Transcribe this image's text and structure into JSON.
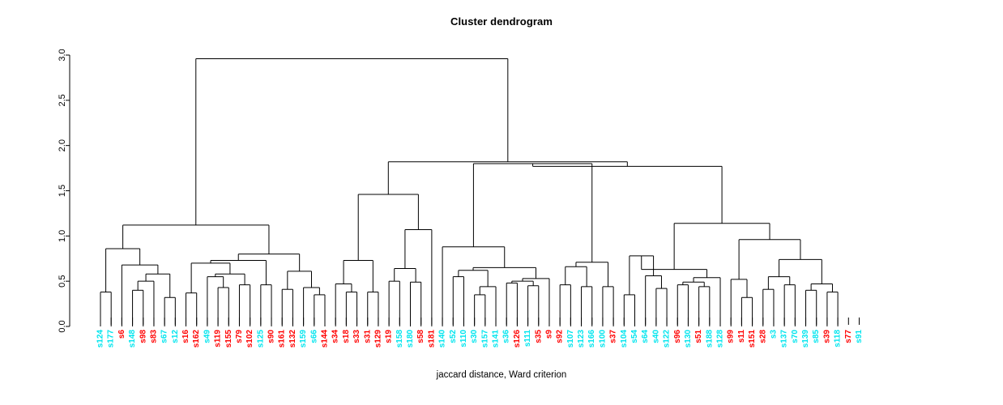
{
  "title": "Cluster dendrogram",
  "xlabel": "jaccard distance, Ward criterion",
  "ylabel": "",
  "colors": {
    "cyan": "#00e5ee",
    "red": "#ff0000",
    "line": "#000000",
    "axis": "#000000"
  },
  "chart_data": {
    "type": "dendrogram",
    "title": "Cluster dendrogram",
    "xlabel": "jaccard distance, Ward criterion",
    "ylabel": "",
    "ylim": [
      0.0,
      3.0
    ],
    "yticks": [
      "0.0",
      "0.5",
      "1.0",
      "1.5",
      "2.0",
      "2.5",
      "3.0"
    ],
    "ytick_values": [
      0.0,
      0.5,
      1.0,
      1.5,
      2.0,
      2.5,
      3.0
    ],
    "grid": false,
    "legend": "none",
    "root_height": 2.96,
    "n_leaves": 76,
    "leaves": [
      {
        "label": "s124",
        "color": "cyan"
      },
      {
        "label": "s177",
        "color": "cyan"
      },
      {
        "label": "s6",
        "color": "red"
      },
      {
        "label": "s148",
        "color": "cyan"
      },
      {
        "label": "s98",
        "color": "red"
      },
      {
        "label": "s83",
        "color": "red"
      },
      {
        "label": "s67",
        "color": "cyan"
      },
      {
        "label": "s12",
        "color": "cyan"
      },
      {
        "label": "s16",
        "color": "red"
      },
      {
        "label": "s162",
        "color": "red"
      },
      {
        "label": "s49",
        "color": "cyan"
      },
      {
        "label": "s119",
        "color": "red"
      },
      {
        "label": "s155",
        "color": "red"
      },
      {
        "label": "s79",
        "color": "red"
      },
      {
        "label": "s102",
        "color": "red"
      },
      {
        "label": "s125",
        "color": "cyan"
      },
      {
        "label": "s90",
        "color": "red"
      },
      {
        "label": "s161",
        "color": "red"
      },
      {
        "label": "s132",
        "color": "red"
      },
      {
        "label": "s159",
        "color": "cyan"
      },
      {
        "label": "s66",
        "color": "cyan"
      },
      {
        "label": "s144",
        "color": "red"
      },
      {
        "label": "s34",
        "color": "red"
      },
      {
        "label": "s18",
        "color": "red"
      },
      {
        "label": "s33",
        "color": "red"
      },
      {
        "label": "s31",
        "color": "red"
      },
      {
        "label": "s129",
        "color": "red"
      },
      {
        "label": "s19",
        "color": "red"
      },
      {
        "label": "s158",
        "color": "cyan"
      },
      {
        "label": "s180",
        "color": "cyan"
      },
      {
        "label": "s58",
        "color": "red"
      },
      {
        "label": "s181",
        "color": "red"
      },
      {
        "label": "s140",
        "color": "cyan"
      },
      {
        "label": "s52",
        "color": "cyan"
      },
      {
        "label": "s110",
        "color": "cyan"
      },
      {
        "label": "s30",
        "color": "cyan"
      },
      {
        "label": "s157",
        "color": "cyan"
      },
      {
        "label": "s141",
        "color": "cyan"
      },
      {
        "label": "s36",
        "color": "cyan"
      },
      {
        "label": "s126",
        "color": "red"
      },
      {
        "label": "s111",
        "color": "cyan"
      },
      {
        "label": "s35",
        "color": "red"
      },
      {
        "label": "s9",
        "color": "red"
      },
      {
        "label": "s92",
        "color": "red"
      },
      {
        "label": "s107",
        "color": "cyan"
      },
      {
        "label": "s123",
        "color": "cyan"
      },
      {
        "label": "s166",
        "color": "cyan"
      },
      {
        "label": "s100",
        "color": "cyan"
      },
      {
        "label": "s37",
        "color": "red"
      },
      {
        "label": "s104",
        "color": "cyan"
      },
      {
        "label": "s54",
        "color": "cyan"
      },
      {
        "label": "s64",
        "color": "cyan"
      },
      {
        "label": "s40",
        "color": "cyan"
      },
      {
        "label": "s122",
        "color": "cyan"
      },
      {
        "label": "s96",
        "color": "red"
      },
      {
        "label": "s130",
        "color": "cyan"
      },
      {
        "label": "s51",
        "color": "red"
      },
      {
        "label": "s188",
        "color": "cyan"
      },
      {
        "label": "s128",
        "color": "cyan"
      },
      {
        "label": "s99",
        "color": "red"
      },
      {
        "label": "s11",
        "color": "red"
      },
      {
        "label": "s151",
        "color": "red"
      },
      {
        "label": "s28",
        "color": "red"
      },
      {
        "label": "s3",
        "color": "cyan"
      },
      {
        "label": "s137",
        "color": "cyan"
      },
      {
        "label": "s70",
        "color": "cyan"
      },
      {
        "label": "s139",
        "color": "cyan"
      },
      {
        "label": "s85",
        "color": "cyan"
      },
      {
        "label": "s39",
        "color": "red"
      },
      {
        "label": "s118",
        "color": "cyan"
      },
      {
        "label": "s77",
        "color": "red"
      },
      {
        "label": "s91",
        "color": "cyan"
      }
    ],
    "merges": [
      {
        "id": "m1",
        "a": {
          "leaf": 0
        },
        "b": {
          "leaf": 1
        },
        "h": 0.38
      },
      {
        "id": "m2",
        "a": {
          "leaf": 3
        },
        "b": {
          "leaf": 4
        },
        "h": 0.4
      },
      {
        "id": "m3",
        "a": {
          "leaf": 5
        },
        "b": {
          "node": "m2"
        },
        "h": 0.5
      },
      {
        "id": "m4",
        "a": {
          "leaf": 6
        },
        "b": {
          "leaf": 7
        },
        "h": 0.32
      },
      {
        "id": "m5",
        "a": {
          "node": "m3"
        },
        "b": {
          "node": "m4"
        },
        "h": 0.58
      },
      {
        "id": "m6",
        "a": {
          "leaf": 2
        },
        "b": {
          "node": "m5"
        },
        "h": 0.68
      },
      {
        "id": "m7",
        "a": {
          "node": "m1"
        },
        "b": {
          "node": "m6"
        },
        "h": 0.86
      },
      {
        "id": "m8",
        "a": {
          "leaf": 8
        },
        "b": {
          "leaf": 9
        },
        "h": 0.37
      },
      {
        "id": "m9",
        "a": {
          "leaf": 11
        },
        "b": {
          "leaf": 12
        },
        "h": 0.43
      },
      {
        "id": "m10",
        "a": {
          "leaf": 10
        },
        "b": {
          "node": "m9"
        },
        "h": 0.55
      },
      {
        "id": "m11",
        "a": {
          "leaf": 13
        },
        "b": {
          "leaf": 14
        },
        "h": 0.46
      },
      {
        "id": "m12",
        "a": {
          "node": "m10"
        },
        "b": {
          "node": "m11"
        },
        "h": 0.58
      },
      {
        "id": "m13",
        "a": {
          "node": "m8"
        },
        "b": {
          "node": "m12"
        },
        "h": 0.7
      },
      {
        "id": "m14",
        "a": {
          "leaf": 15
        },
        "b": {
          "leaf": 16
        },
        "h": 0.46
      },
      {
        "id": "m15",
        "a": {
          "node": "m13"
        },
        "b": {
          "node": "m14"
        },
        "h": 0.73
      },
      {
        "id": "m16",
        "a": {
          "leaf": 17
        },
        "b": {
          "leaf": 18
        },
        "h": 0.41
      },
      {
        "id": "m17",
        "a": {
          "leaf": 20
        },
        "b": {
          "leaf": 21
        },
        "h": 0.35
      },
      {
        "id": "m18",
        "a": {
          "leaf": 19
        },
        "b": {
          "node": "m17"
        },
        "h": 0.43
      },
      {
        "id": "m19",
        "a": {
          "node": "m16"
        },
        "b": {
          "node": "m18"
        },
        "h": 0.61
      },
      {
        "id": "m20",
        "a": {
          "node": "m15"
        },
        "b": {
          "node": "m19"
        },
        "h": 0.8
      },
      {
        "id": "m21",
        "a": {
          "node": "m7"
        },
        "b": {
          "node": "m20"
        },
        "h": 1.12
      },
      {
        "id": "m22",
        "a": {
          "leaf": 23
        },
        "b": {
          "leaf": 24
        },
        "h": 0.38
      },
      {
        "id": "m23",
        "a": {
          "leaf": 22
        },
        "b": {
          "node": "m22"
        },
        "h": 0.47
      },
      {
        "id": "m24",
        "a": {
          "leaf": 25
        },
        "b": {
          "leaf": 26
        },
        "h": 0.38
      },
      {
        "id": "m25",
        "a": {
          "node": "m23"
        },
        "b": {
          "node": "m24"
        },
        "h": 0.73
      },
      {
        "id": "m26",
        "a": {
          "leaf": 27
        },
        "b": {
          "leaf": 28
        },
        "h": 0.5
      },
      {
        "id": "m27",
        "a": {
          "leaf": 29
        },
        "b": {
          "leaf": 30
        },
        "h": 0.49
      },
      {
        "id": "m28",
        "a": {
          "node": "m26"
        },
        "b": {
          "node": "m27"
        },
        "h": 0.64
      },
      {
        "id": "m29",
        "a": {
          "node": "m28"
        },
        "b": {
          "leaf": 31
        },
        "h": 1.07
      },
      {
        "id": "m30",
        "a": {
          "node": "m25"
        },
        "b": {
          "node": "m29"
        },
        "h": 1.46
      },
      {
        "id": "m31",
        "a": {
          "leaf": 33
        },
        "b": {
          "leaf": 34
        },
        "h": 0.55
      },
      {
        "id": "m32",
        "a": {
          "leaf": 35
        },
        "b": {
          "leaf": 36
        },
        "h": 0.35
      },
      {
        "id": "m33",
        "a": {
          "node": "m32"
        },
        "b": {
          "leaf": 37
        },
        "h": 0.44
      },
      {
        "id": "m34",
        "a": {
          "node": "m31"
        },
        "b": {
          "node": "m33"
        },
        "h": 0.62
      },
      {
        "id": "m35",
        "a": {
          "leaf": 38
        },
        "b": {
          "leaf": 39
        },
        "h": 0.48
      },
      {
        "id": "m36",
        "a": {
          "leaf": 40
        },
        "b": {
          "leaf": 41
        },
        "h": 0.45
      },
      {
        "id": "m37",
        "a": {
          "node": "m35"
        },
        "b": {
          "node": "m36"
        },
        "h": 0.5
      },
      {
        "id": "m38",
        "a": {
          "node": "m37"
        },
        "b": {
          "leaf": 42
        },
        "h": 0.53
      },
      {
        "id": "m39",
        "a": {
          "node": "m34"
        },
        "b": {
          "node": "m38"
        },
        "h": 0.65
      },
      {
        "id": "m40",
        "a": {
          "leaf": 32
        },
        "b": {
          "node": "m39"
        },
        "h": 0.88
      },
      {
        "id": "m41",
        "a": {
          "leaf": 43
        },
        "b": {
          "leaf": 44
        },
        "h": 0.46
      },
      {
        "id": "m42",
        "a": {
          "leaf": 45
        },
        "b": {
          "leaf": 46
        },
        "h": 0.44
      },
      {
        "id": "m43",
        "a": {
          "node": "m41"
        },
        "b": {
          "node": "m42"
        },
        "h": 0.66
      },
      {
        "id": "m44",
        "a": {
          "leaf": 47
        },
        "b": {
          "leaf": 48
        },
        "h": 0.44
      },
      {
        "id": "m45",
        "a": {
          "node": "m43"
        },
        "b": {
          "node": "m44"
        },
        "h": 0.71
      },
      {
        "id": "m46",
        "a": {
          "node": "m40"
        },
        "b": {
          "node": "m45"
        },
        "h": 1.8
      },
      {
        "id": "m47",
        "a": {
          "leaf": 49
        },
        "b": {
          "leaf": 50
        },
        "h": 0.35
      },
      {
        "id": "m48",
        "a": {
          "leaf": 52
        },
        "b": {
          "leaf": 53
        },
        "h": 0.42
      },
      {
        "id": "m49",
        "a": {
          "leaf": 51
        },
        "b": {
          "node": "m48"
        },
        "h": 0.56
      },
      {
        "id": "m50",
        "a": {
          "node": "m47"
        },
        "b": {
          "node": "m49"
        },
        "h": 0.78
      },
      {
        "id": "m51",
        "a": {
          "leaf": 54
        },
        "b": {
          "leaf": 55
        },
        "h": 0.46
      },
      {
        "id": "m52",
        "a": {
          "leaf": 56
        },
        "b": {
          "leaf": 57
        },
        "h": 0.44
      },
      {
        "id": "m53",
        "a": {
          "node": "m51"
        },
        "b": {
          "node": "m52"
        },
        "h": 0.49
      },
      {
        "id": "m54",
        "a": {
          "node": "m53"
        },
        "b": {
          "leaf": 58
        },
        "h": 0.54
      },
      {
        "id": "m55",
        "a": {
          "node": "m50"
        },
        "b": {
          "node": "m54"
        },
        "h": 0.63
      },
      {
        "id": "m56",
        "a": {
          "leaf": 60
        },
        "b": {
          "leaf": 61
        },
        "h": 0.32
      },
      {
        "id": "m57",
        "a": {
          "leaf": 59
        },
        "b": {
          "node": "m56"
        },
        "h": 0.52
      },
      {
        "id": "m58",
        "a": {
          "leaf": 62
        },
        "b": {
          "leaf": 63
        },
        "h": 0.41
      },
      {
        "id": "m59",
        "a": {
          "leaf": 64
        },
        "b": {
          "leaf": 65
        },
        "h": 0.46
      },
      {
        "id": "m60",
        "a": {
          "node": "m58"
        },
        "b": {
          "node": "m59"
        },
        "h": 0.55
      },
      {
        "id": "m61",
        "a": {
          "leaf": 66
        },
        "b": {
          "leaf": 67
        },
        "h": 0.4
      },
      {
        "id": "m62",
        "a": {
          "leaf": 68
        },
        "b": {
          "leaf": 69
        },
        "h": 0.38
      },
      {
        "id": "m63",
        "a": {
          "node": "m61"
        },
        "b": {
          "node": "m62"
        },
        "h": 0.47
      },
      {
        "id": "m64",
        "a": {
          "node": "m60"
        },
        "b": {
          "node": "m63"
        },
        "h": 0.74
      },
      {
        "id": "m65",
        "a": {
          "node": "m57"
        },
        "b": {
          "node": "m64"
        },
        "h": 0.96
      },
      {
        "id": "m66",
        "a": {
          "node": "m55"
        },
        "b": {
          "node": "m65"
        },
        "h": 1.14
      },
      {
        "id": "m67",
        "a": {
          "node": "m46"
        },
        "b": {
          "node": "m66"
        },
        "h": 1.77
      },
      {
        "id": "m68",
        "a": {
          "node": "m30"
        },
        "b": {
          "node": "m67"
        },
        "h": 1.82
      },
      {
        "id": "m69",
        "a": {
          "node": "m21"
        },
        "b": {
          "node": "m68"
        },
        "h": 2.96
      }
    ]
  }
}
